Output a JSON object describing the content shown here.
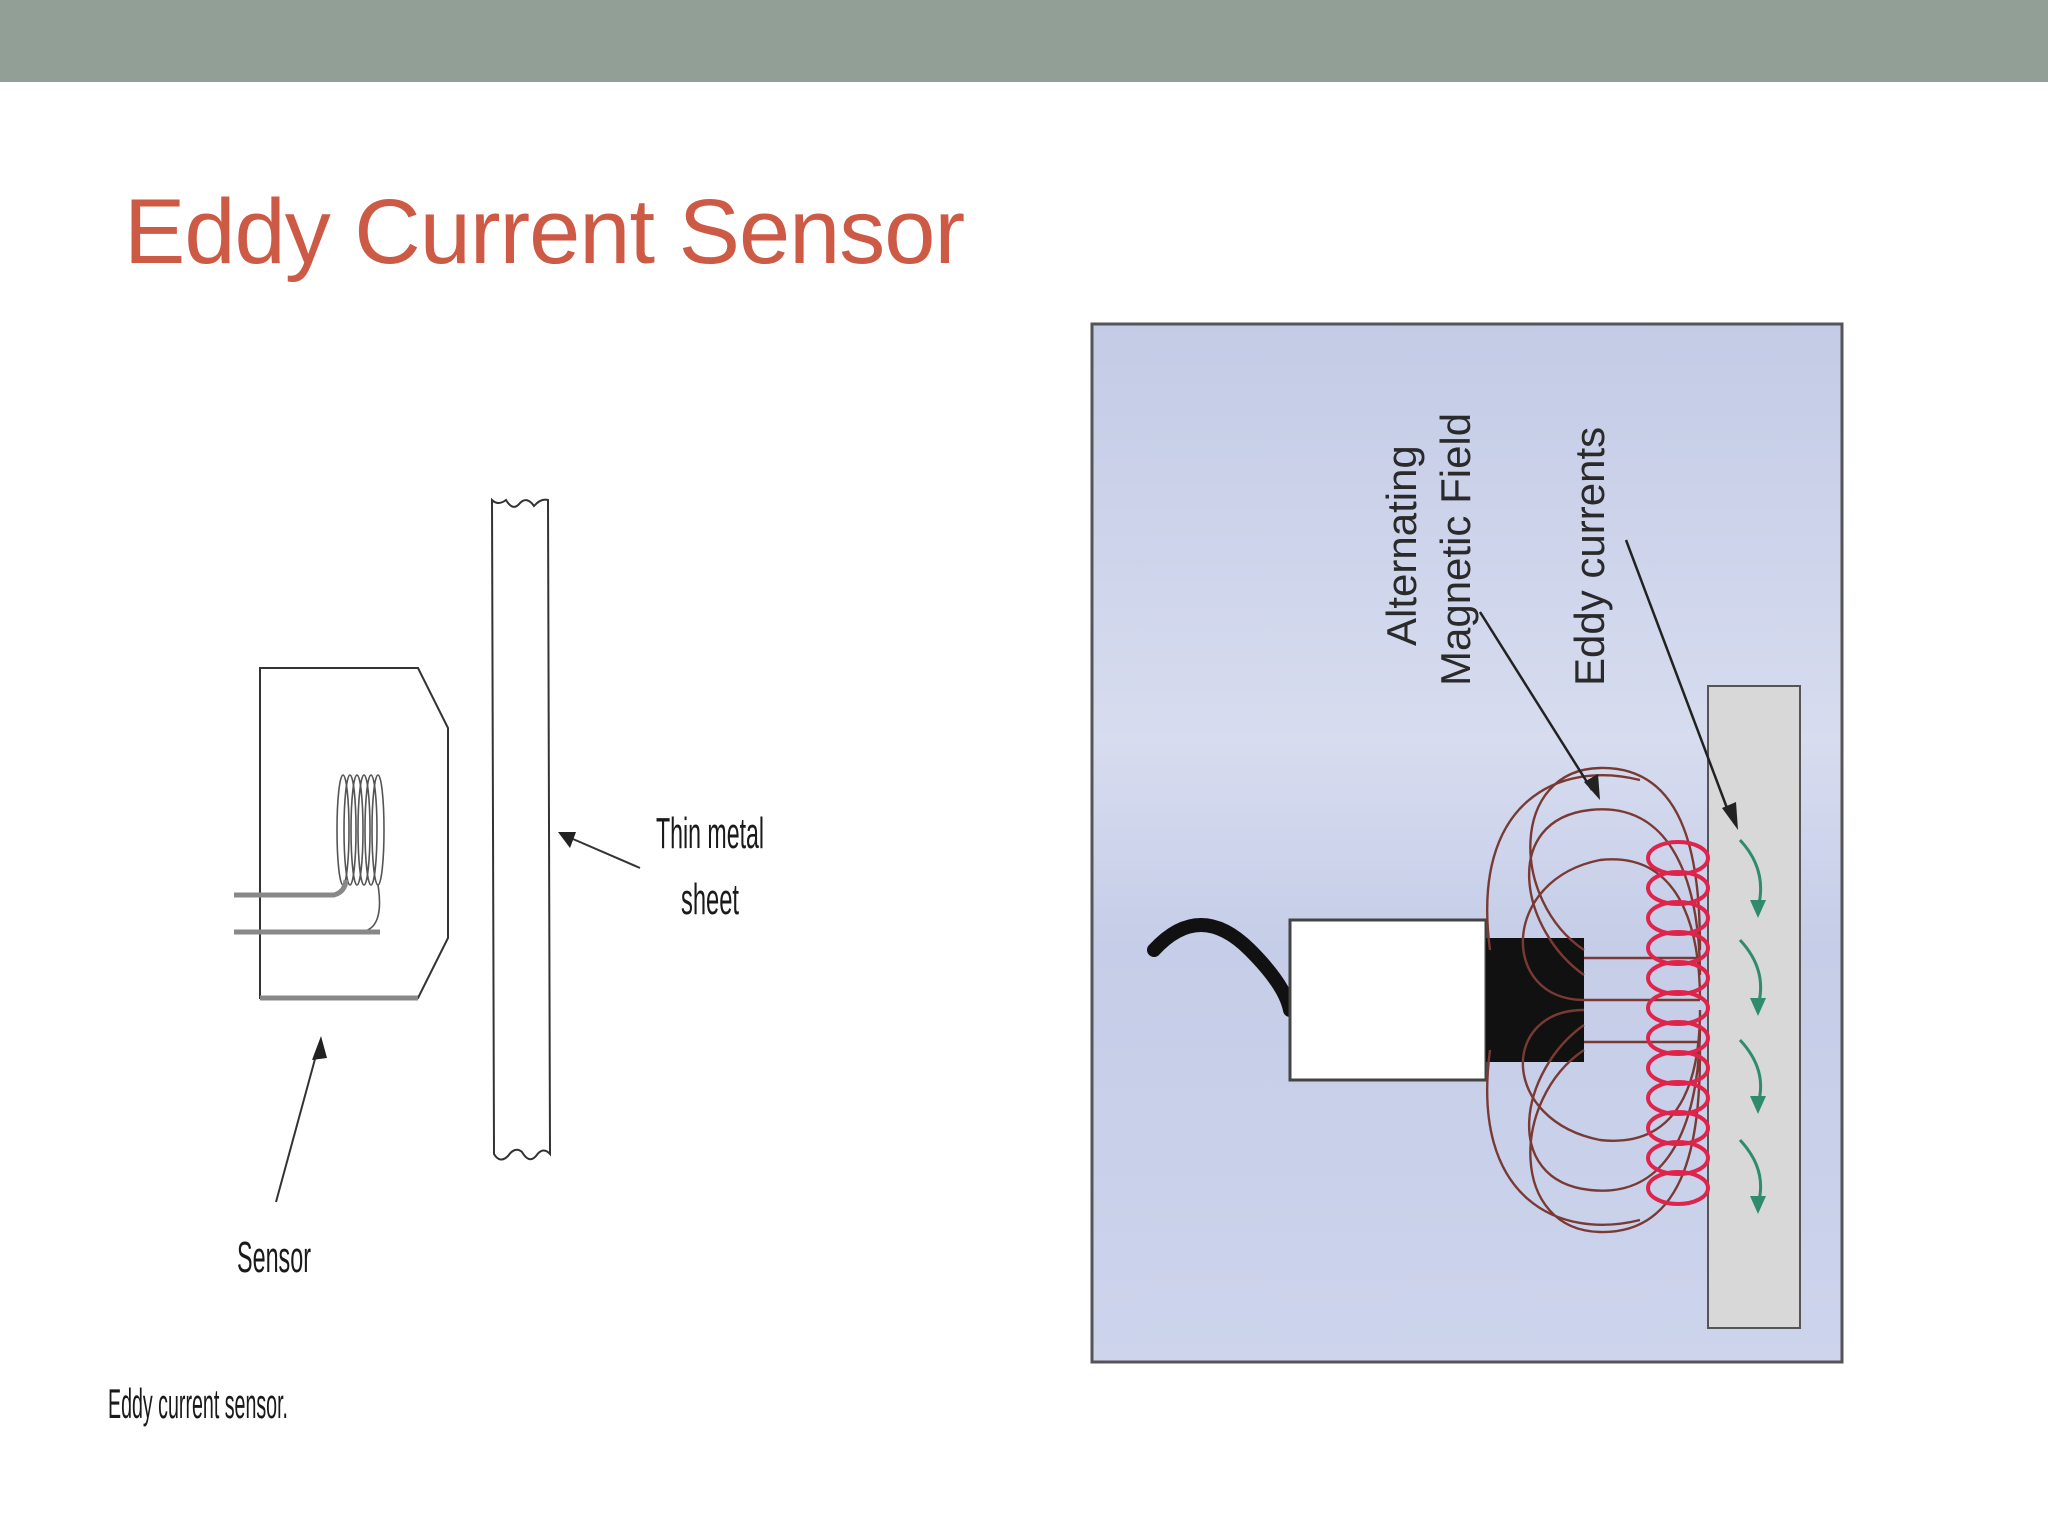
{
  "slide": {
    "title": "Eddy Current Sensor"
  },
  "left_figure": {
    "thin_metal_sheet_label_line1": "Thin metal",
    "thin_metal_sheet_label_line2": "sheet",
    "sensor_label": "Sensor",
    "caption": "Eddy current sensor."
  },
  "right_figure": {
    "field_label_line1": "Alternating",
    "field_label_line2": "Magnetic Field",
    "eddy_label": "Eddy currents"
  },
  "colors": {
    "top_bar": "#919f96",
    "title": "#cd5a45",
    "eddy_loops": "#e0234b",
    "eddy_arrows": "#2e8b6e"
  }
}
